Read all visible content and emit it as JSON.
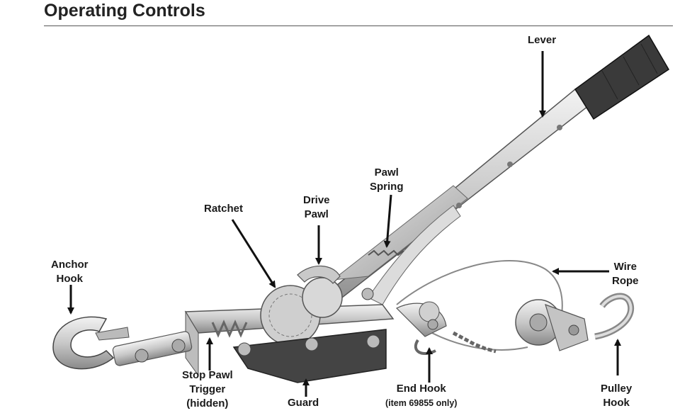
{
  "header": {
    "title": "Operating Controls"
  },
  "labels": {
    "lever": "Lever",
    "pawl_spring_1": "Pawl",
    "pawl_spring_2": "Spring",
    "drive_pawl_1": "Drive",
    "drive_pawl_2": "Pawl",
    "ratchet": "Ratchet",
    "anchor_hook_1": "Anchor",
    "anchor_hook_2": "Hook",
    "wire_rope_1": "Wire",
    "wire_rope_2": "Rope",
    "stop_pawl_1": "Stop Pawl",
    "stop_pawl_2": "Trigger",
    "stop_pawl_3": "(hidden)",
    "guard": "Guard",
    "end_hook_1": "End Hook",
    "end_hook_2": "(item 69855 only)",
    "pulley_hook_1": "Pulley",
    "pulley_hook_2": "Hook"
  }
}
